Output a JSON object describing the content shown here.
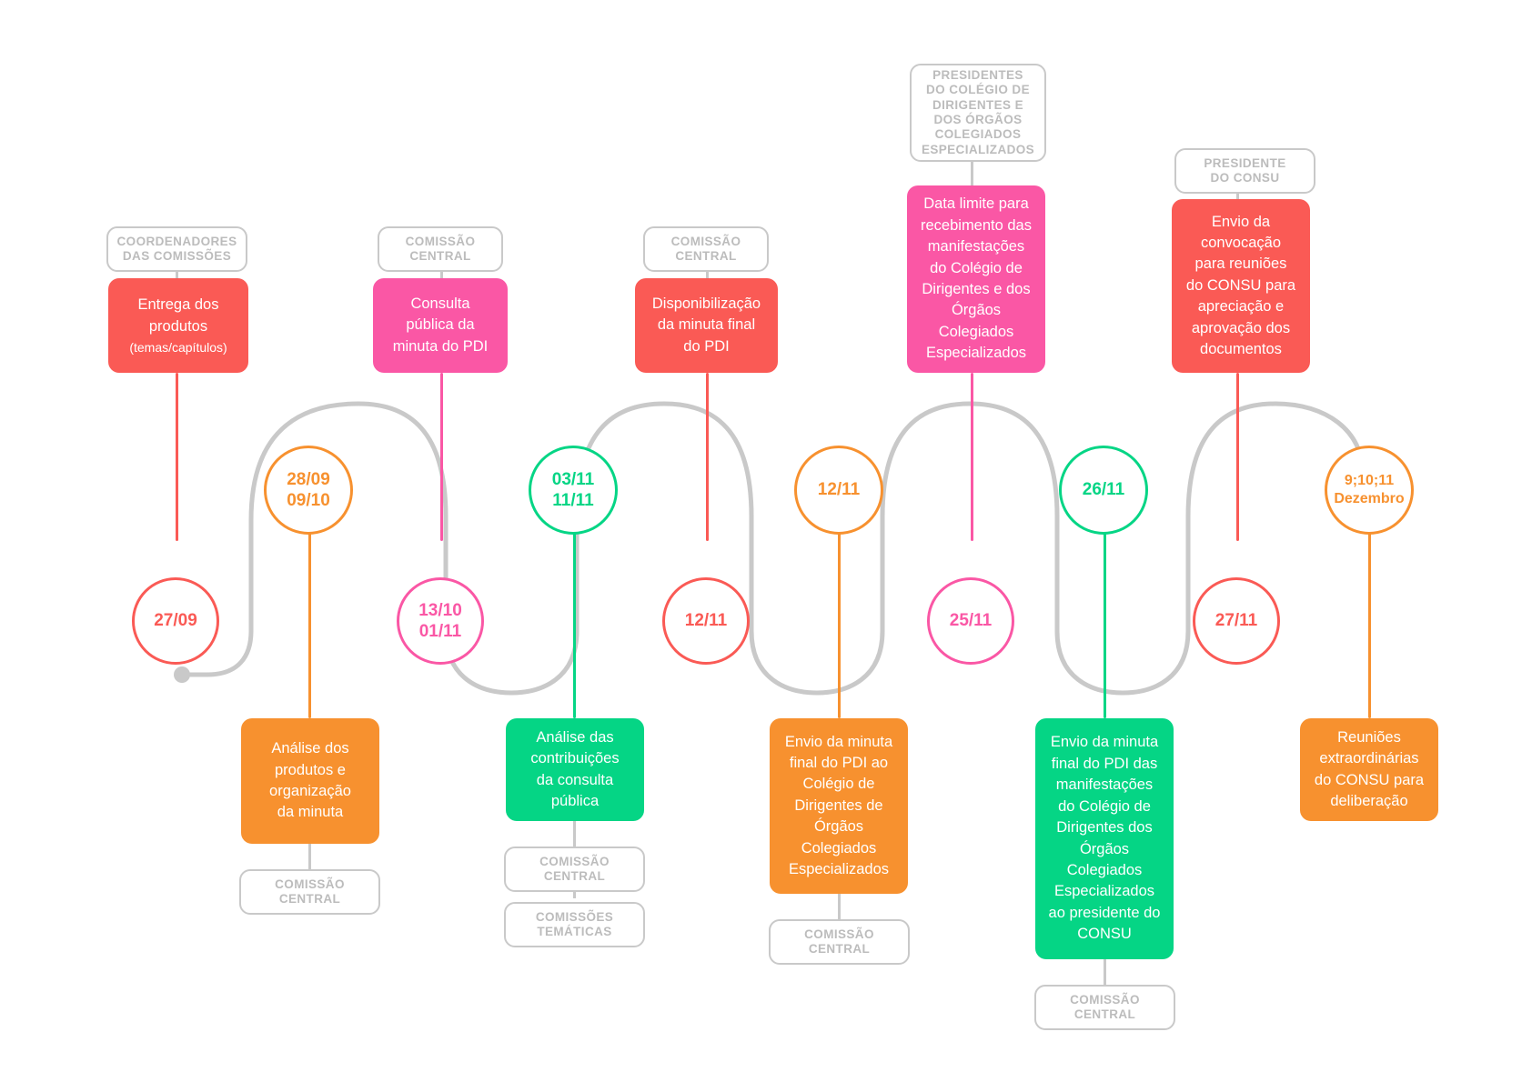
{
  "diagram": {
    "title": "Cronograma PDI - linha do tempo",
    "colors": {
      "red": "#FA5A55",
      "pink": "#FA57A5",
      "orange": "#F7912F",
      "green": "#05D585",
      "grey": "#C9C9C9",
      "grey_text": "#BCBCBC"
    }
  },
  "top_chips": [
    {
      "id": "chip-coordenadores",
      "label": "COORDENADORES\nDAS COMISSÕES"
    },
    {
      "id": "chip-comissao-central-1",
      "label": "COMISSÃO\nCENTRAL"
    },
    {
      "id": "chip-comissao-central-2",
      "label": "COMISSÃO\nCENTRAL"
    },
    {
      "id": "chip-presidentes-colegio",
      "label": "PRESIDENTES\nDO COLÉGIO DE\nDIRIGENTES E\nDOS ÓRGÃOS\nCOLEGIADOS\nESPECIALIZADOS"
    },
    {
      "id": "chip-presidente-consu",
      "label": "PRESIDENTE\nDO CONSU"
    }
  ],
  "bottom_chips": [
    {
      "id": "chip-comissao-central-3",
      "label": "COMISSÃO\nCENTRAL"
    },
    {
      "id": "chip-comissao-central-4",
      "label": "COMISSÃO\nCENTRAL"
    },
    {
      "id": "chip-comissoes-tematicas",
      "label": "COMISSÕES\nTEMÁTICAS"
    },
    {
      "id": "chip-comissao-central-5",
      "label": "COMISSÃO\nCENTRAL"
    },
    {
      "id": "chip-comissao-central-6",
      "label": "COMISSÃO\nCENTRAL"
    }
  ],
  "top_cards": [
    {
      "id": "card-entrega-produtos",
      "text": "Entrega dos\nprodutos",
      "sub": "(temas/capítulos)",
      "color": "#FA5A55"
    },
    {
      "id": "card-consulta-publica",
      "text": "Consulta\npública da\nminuta do PDI",
      "sub": "",
      "color": "#FA57A5"
    },
    {
      "id": "card-disponibilizacao",
      "text": "Disponibilização\nda minuta final\ndo PDI",
      "sub": "",
      "color": "#FA5A55"
    },
    {
      "id": "card-data-limite",
      "text": "Data limite para\nrecebimento das\nmanifestações\ndo Colégio de\nDirigentes e dos\nÓrgãos\nColegiados\nEspecializados",
      "sub": "",
      "color": "#FA57A5"
    },
    {
      "id": "card-envio-convocacao",
      "text": "Envio da\nconvocação\npara reuniões\ndo CONSU para\napreciação e\naprovação dos\ndocumentos",
      "sub": "",
      "color": "#FA5A55"
    }
  ],
  "bottom_cards": [
    {
      "id": "card-analise-produtos",
      "text": "Análise dos\nprodutos e\norganização\nda minuta",
      "color": "#F7912F"
    },
    {
      "id": "card-analise-contribuicoes",
      "text": "Análise das\ncontribuições\nda consulta\npública",
      "color": "#05D585"
    },
    {
      "id": "card-envio-minuta-colegio",
      "text": "Envio da minuta\nfinal do PDI ao\nColégio de\nDirigentes de\nÓrgãos\nColegiados\nEspecializados",
      "color": "#F7912F"
    },
    {
      "id": "card-envio-minuta-manifestacoes",
      "text": "Envio da minuta\nfinal do PDI das\nmanifestações\ndo Colégio de\nDirigentes dos\nÓrgãos\nColegiados\nEspecializados\nao presidente do\nCONSU",
      "color": "#05D585"
    },
    {
      "id": "card-reunioes-extraordinarias",
      "text": "Reuniões\nextraordinárias\ndo CONSU para\ndeliberação",
      "color": "#F7912F"
    }
  ],
  "date_circles": [
    {
      "id": "date-27-09",
      "label": "27/09",
      "color": "#FA5A55",
      "row": "lower"
    },
    {
      "id": "date-28-09-09-10",
      "label": "28/09\n09/10",
      "color": "#F7912F",
      "row": "upper"
    },
    {
      "id": "date-13-10-01-11",
      "label": "13/10\n01/11",
      "color": "#FA57A5",
      "row": "lower"
    },
    {
      "id": "date-03-11-11-11",
      "label": "03/11\n11/11",
      "color": "#05D585",
      "row": "upper"
    },
    {
      "id": "date-12-11-lower",
      "label": "12/11",
      "color": "#FA5A55",
      "row": "lower"
    },
    {
      "id": "date-12-11-upper",
      "label": "12/11",
      "color": "#F7912F",
      "row": "upper"
    },
    {
      "id": "date-25-11",
      "label": "25/11",
      "color": "#FA57A5",
      "row": "lower"
    },
    {
      "id": "date-26-11",
      "label": "26/11",
      "color": "#05D585",
      "row": "upper"
    },
    {
      "id": "date-27-11",
      "label": "27/11",
      "color": "#FA5A55",
      "row": "lower"
    },
    {
      "id": "date-dezembro",
      "label": "9;10;11\nDezembro",
      "color": "#F7912F",
      "row": "upper"
    }
  ]
}
